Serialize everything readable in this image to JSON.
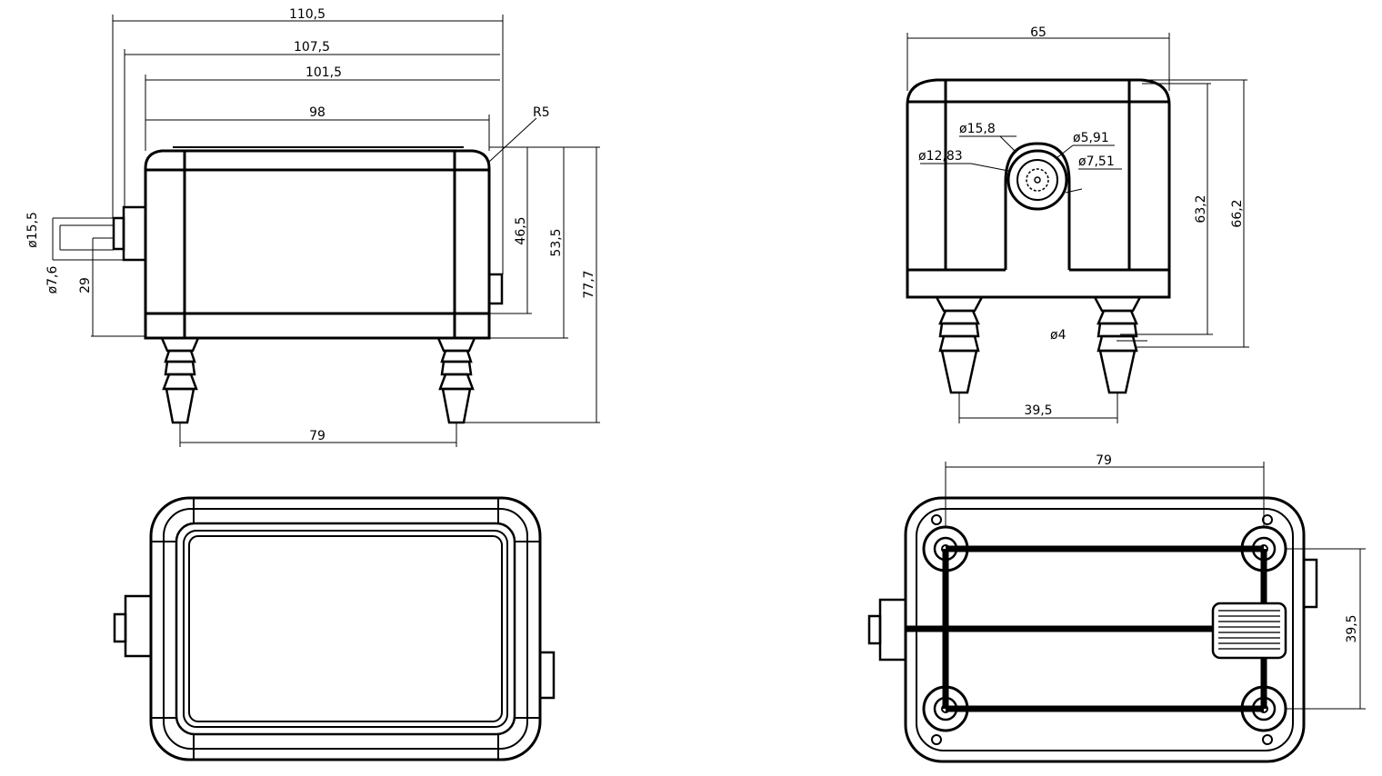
{
  "colors": {
    "line": "#000000",
    "background": "#ffffff",
    "hatch": "#555555"
  },
  "front_view": {
    "overall_length": "110,5",
    "length_with_connector": "107,5",
    "body_length_with_cap": "101,5",
    "body_length": "98",
    "corner_radius": "R5",
    "height_body": "46,5",
    "height_with_base": "53,5",
    "overall_height": "77,7",
    "connector_dia_outer": "ø15,5",
    "connector_dia_inner": "ø7,6",
    "connector_height": "29",
    "leg_spacing": "79"
  },
  "side_view": {
    "width": "65",
    "height_body": "63,2",
    "overall_height": "66,2",
    "dia_a": "ø15,8",
    "dia_b": "ø5,91",
    "dia_c": "ø12,83",
    "dia_d": "ø7,51",
    "leg_dia": "ø4",
    "leg_spacing": "39,5"
  },
  "bottom_view": {
    "width_spacing": "79",
    "height_spacing": "39,5"
  }
}
